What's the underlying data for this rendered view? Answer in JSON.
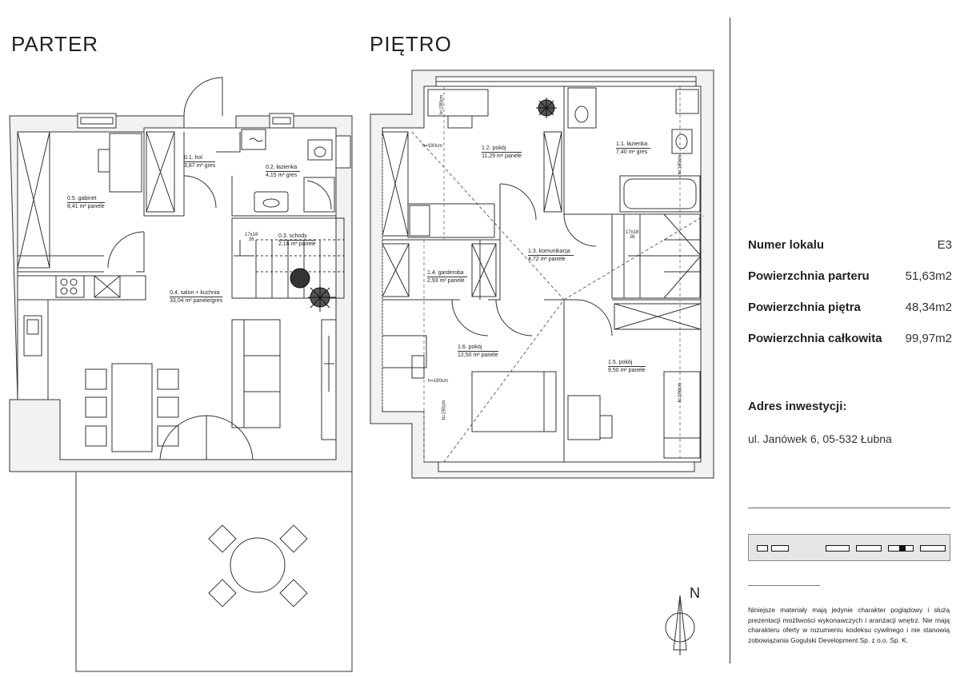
{
  "floors": {
    "ground": {
      "title": "PARTER"
    },
    "upper": {
      "title": "PIĘTRO"
    }
  },
  "rooms_ground": [
    {
      "id": "0.1",
      "name": "0.1. hol",
      "area": "3,87 m² gres"
    },
    {
      "id": "0.2",
      "name": "0.2. łazienka",
      "area": "4,15 m² gres"
    },
    {
      "id": "0.3",
      "name": "0.3. schody",
      "area": "2,16 m² panele"
    },
    {
      "id": "0.4",
      "name": "0.4. salon + kuchnia",
      "area": "33,04 m² panele/gres"
    },
    {
      "id": "0.5",
      "name": "0.5. gabinet",
      "area": "8,41 m² panele"
    }
  ],
  "rooms_upper": [
    {
      "id": "1.1",
      "name": "1.1. łazienka",
      "area": "7,40 m² gres"
    },
    {
      "id": "1.2",
      "name": "1.2. pokój",
      "area": "11,29 m² panele"
    },
    {
      "id": "1.3",
      "name": "1.3. komunikacja",
      "area": "4,72 m² panele"
    },
    {
      "id": "1.4",
      "name": "1.4. garderoba",
      "area": "2,93 m² panele"
    },
    {
      "id": "1.5",
      "name": "1.5. pokój",
      "area": "9,50 m² panele"
    },
    {
      "id": "1.6",
      "name": "1.6. pokój",
      "area": "12,50 m² panele"
    }
  ],
  "stairs_notes": {
    "ground": [
      "17x18",
      "26"
    ],
    "upper": [
      "17x18",
      "26"
    ]
  },
  "height_notes": [
    "h=190cm",
    "h=190cm",
    "h=190cm",
    "h=190cm",
    "h=190cm",
    "h=190cm"
  ],
  "info": {
    "unit_label": "Numer lokalu",
    "unit_value": "E3",
    "ground_label": "Powierzchnia parteru",
    "ground_value": "51,63m2",
    "upper_label": "Powierzchnia piętra",
    "upper_value": "48,34m2",
    "total_label": "Powierzchnia całkowita",
    "total_value": "99,97m2"
  },
  "address": {
    "title": "Adres inwestycji:",
    "value": "ul. Janówek 6, 05-532 Łubna"
  },
  "compass": {
    "label": "N"
  },
  "disclaimer": "Niniejsze materiały mają jedynie charakter poglądowy i służą prezentacji możliwości wykonawczych i aranżacji wnętrz. Nie mają charakteru oferty w rozumieniu kodeksu cywilnego i nie stanowią zobowiązania Gogulski Development Sp. z o.o. Sp. K.",
  "colors": {
    "wall_fill": "#f2f2f2",
    "wall_stroke": "#333333",
    "line": "#444444"
  }
}
